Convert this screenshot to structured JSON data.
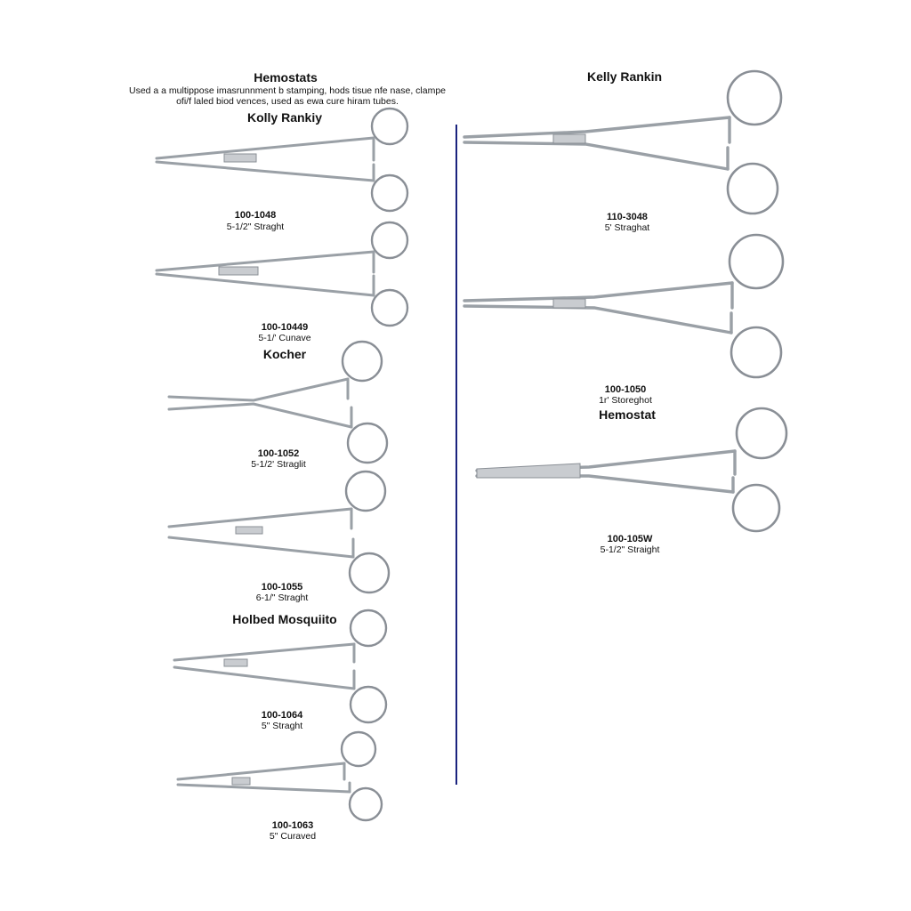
{
  "header": {
    "title": "Hemostats",
    "description_line1": "Used a a multippose imasrunnment b stamping, hods tisue nfe nase, clampe",
    "description_line2": "ofi/f laled biod vences, used as ewa cure hiram tubes."
  },
  "left": {
    "section1_title": "Kolly Rankiy",
    "item1": {
      "code": "100-1048",
      "size": "5-1/2\" Straght"
    },
    "item2": {
      "code": "100-10449",
      "size": "5-1/' Cunave"
    },
    "section2_title": "Kocher",
    "item3": {
      "code": "100-1052",
      "size": "5-1/2' Straglit"
    },
    "item4": {
      "code": "100-1055",
      "size": "6-1/\" Straght"
    },
    "section3_title": "Holbed Mosquiito",
    "item5": {
      "code": "100-1064",
      "size": "5\" Straght"
    },
    "item6": {
      "code": "100-1063",
      "size": "5\" Curaved"
    }
  },
  "right": {
    "section1_title": "Kelly Rankin",
    "item1": {
      "code": "110-3048",
      "size": "5' Straghat"
    },
    "item2": {
      "code": "100-1050",
      "size": "1r' Storeghot"
    },
    "section2_title": "Hemostat",
    "item3": {
      "code": "100-105W",
      "size": "5-1/2\" Straight"
    }
  }
}
